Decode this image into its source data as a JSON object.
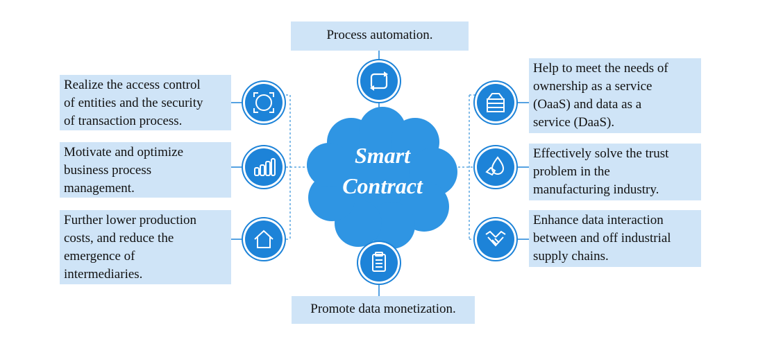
{
  "top": {
    "text": "Process automation."
  },
  "bottom": {
    "text": "Promote data monetization."
  },
  "center": {
    "line1": "Smart",
    "line2": "Contract"
  },
  "left": [
    {
      "lines": [
        "Realize the access control",
        "of entities and the security",
        "of transaction process."
      ],
      "icon": "shield-frame-icon"
    },
    {
      "lines": [
        "Motivate and optimize",
        "business process",
        "management."
      ],
      "icon": "bar-chart-icon"
    },
    {
      "lines": [
        "Further lower production",
        "costs, and reduce the",
        "emergence of",
        "intermediaries."
      ],
      "icon": "house-icon"
    }
  ],
  "right": [
    {
      "lines": [
        "Help to meet the needs of",
        "ownership as a service",
        "(OaaS) and data as a",
        "service (DaaS)."
      ],
      "icon": "stacked-layers-icon"
    },
    {
      "lines": [
        "Effectively solve the trust",
        "problem in the",
        "manufacturing industry."
      ],
      "icon": "handshake-drop-icon"
    },
    {
      "lines": [
        "Enhance data interaction",
        "between and off industrial",
        "supply chains."
      ],
      "icon": "handshake-icon"
    }
  ],
  "colors": {
    "accent": "#1d83d8",
    "cloud": "#2f95e3",
    "box": "#cfe4f7",
    "connector": "#5aa6e0"
  }
}
